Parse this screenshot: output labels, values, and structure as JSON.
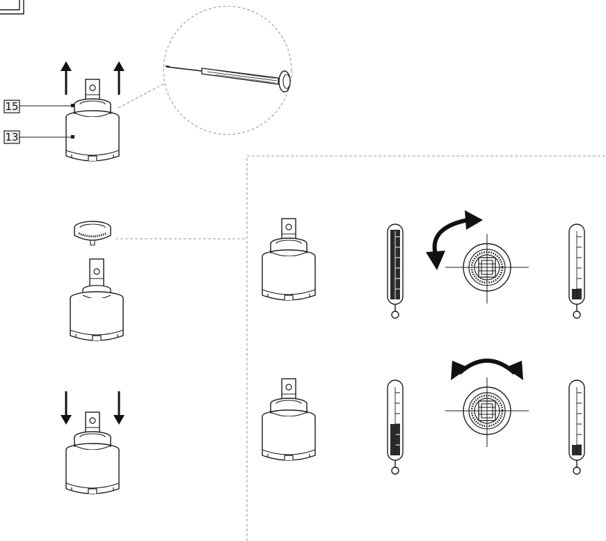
{
  "labels": [
    {
      "id": "part-15",
      "text": "15"
    },
    {
      "id": "part-13",
      "text": "13"
    }
  ],
  "thermometers": [
    {
      "name": "thermometer-hot",
      "level": 1.0
    },
    {
      "name": "thermometer-cold-1",
      "level": 0.15
    },
    {
      "name": "thermometer-medium",
      "level": 0.45
    },
    {
      "name": "thermometer-cold-2",
      "level": 0.15
    }
  ],
  "icons": {
    "arrow": "arrow-icon",
    "rotate_ccw": "rotate-arrow-icon",
    "rotate_both": "double-rotate-arrow-icon",
    "tool": "screwdriver-icon"
  },
  "colors": {
    "line": "#1a1a1a",
    "dashed": "#9a9a9a",
    "fill_dark": "#2b2b2b",
    "label_bg": "#f0f0f0"
  }
}
